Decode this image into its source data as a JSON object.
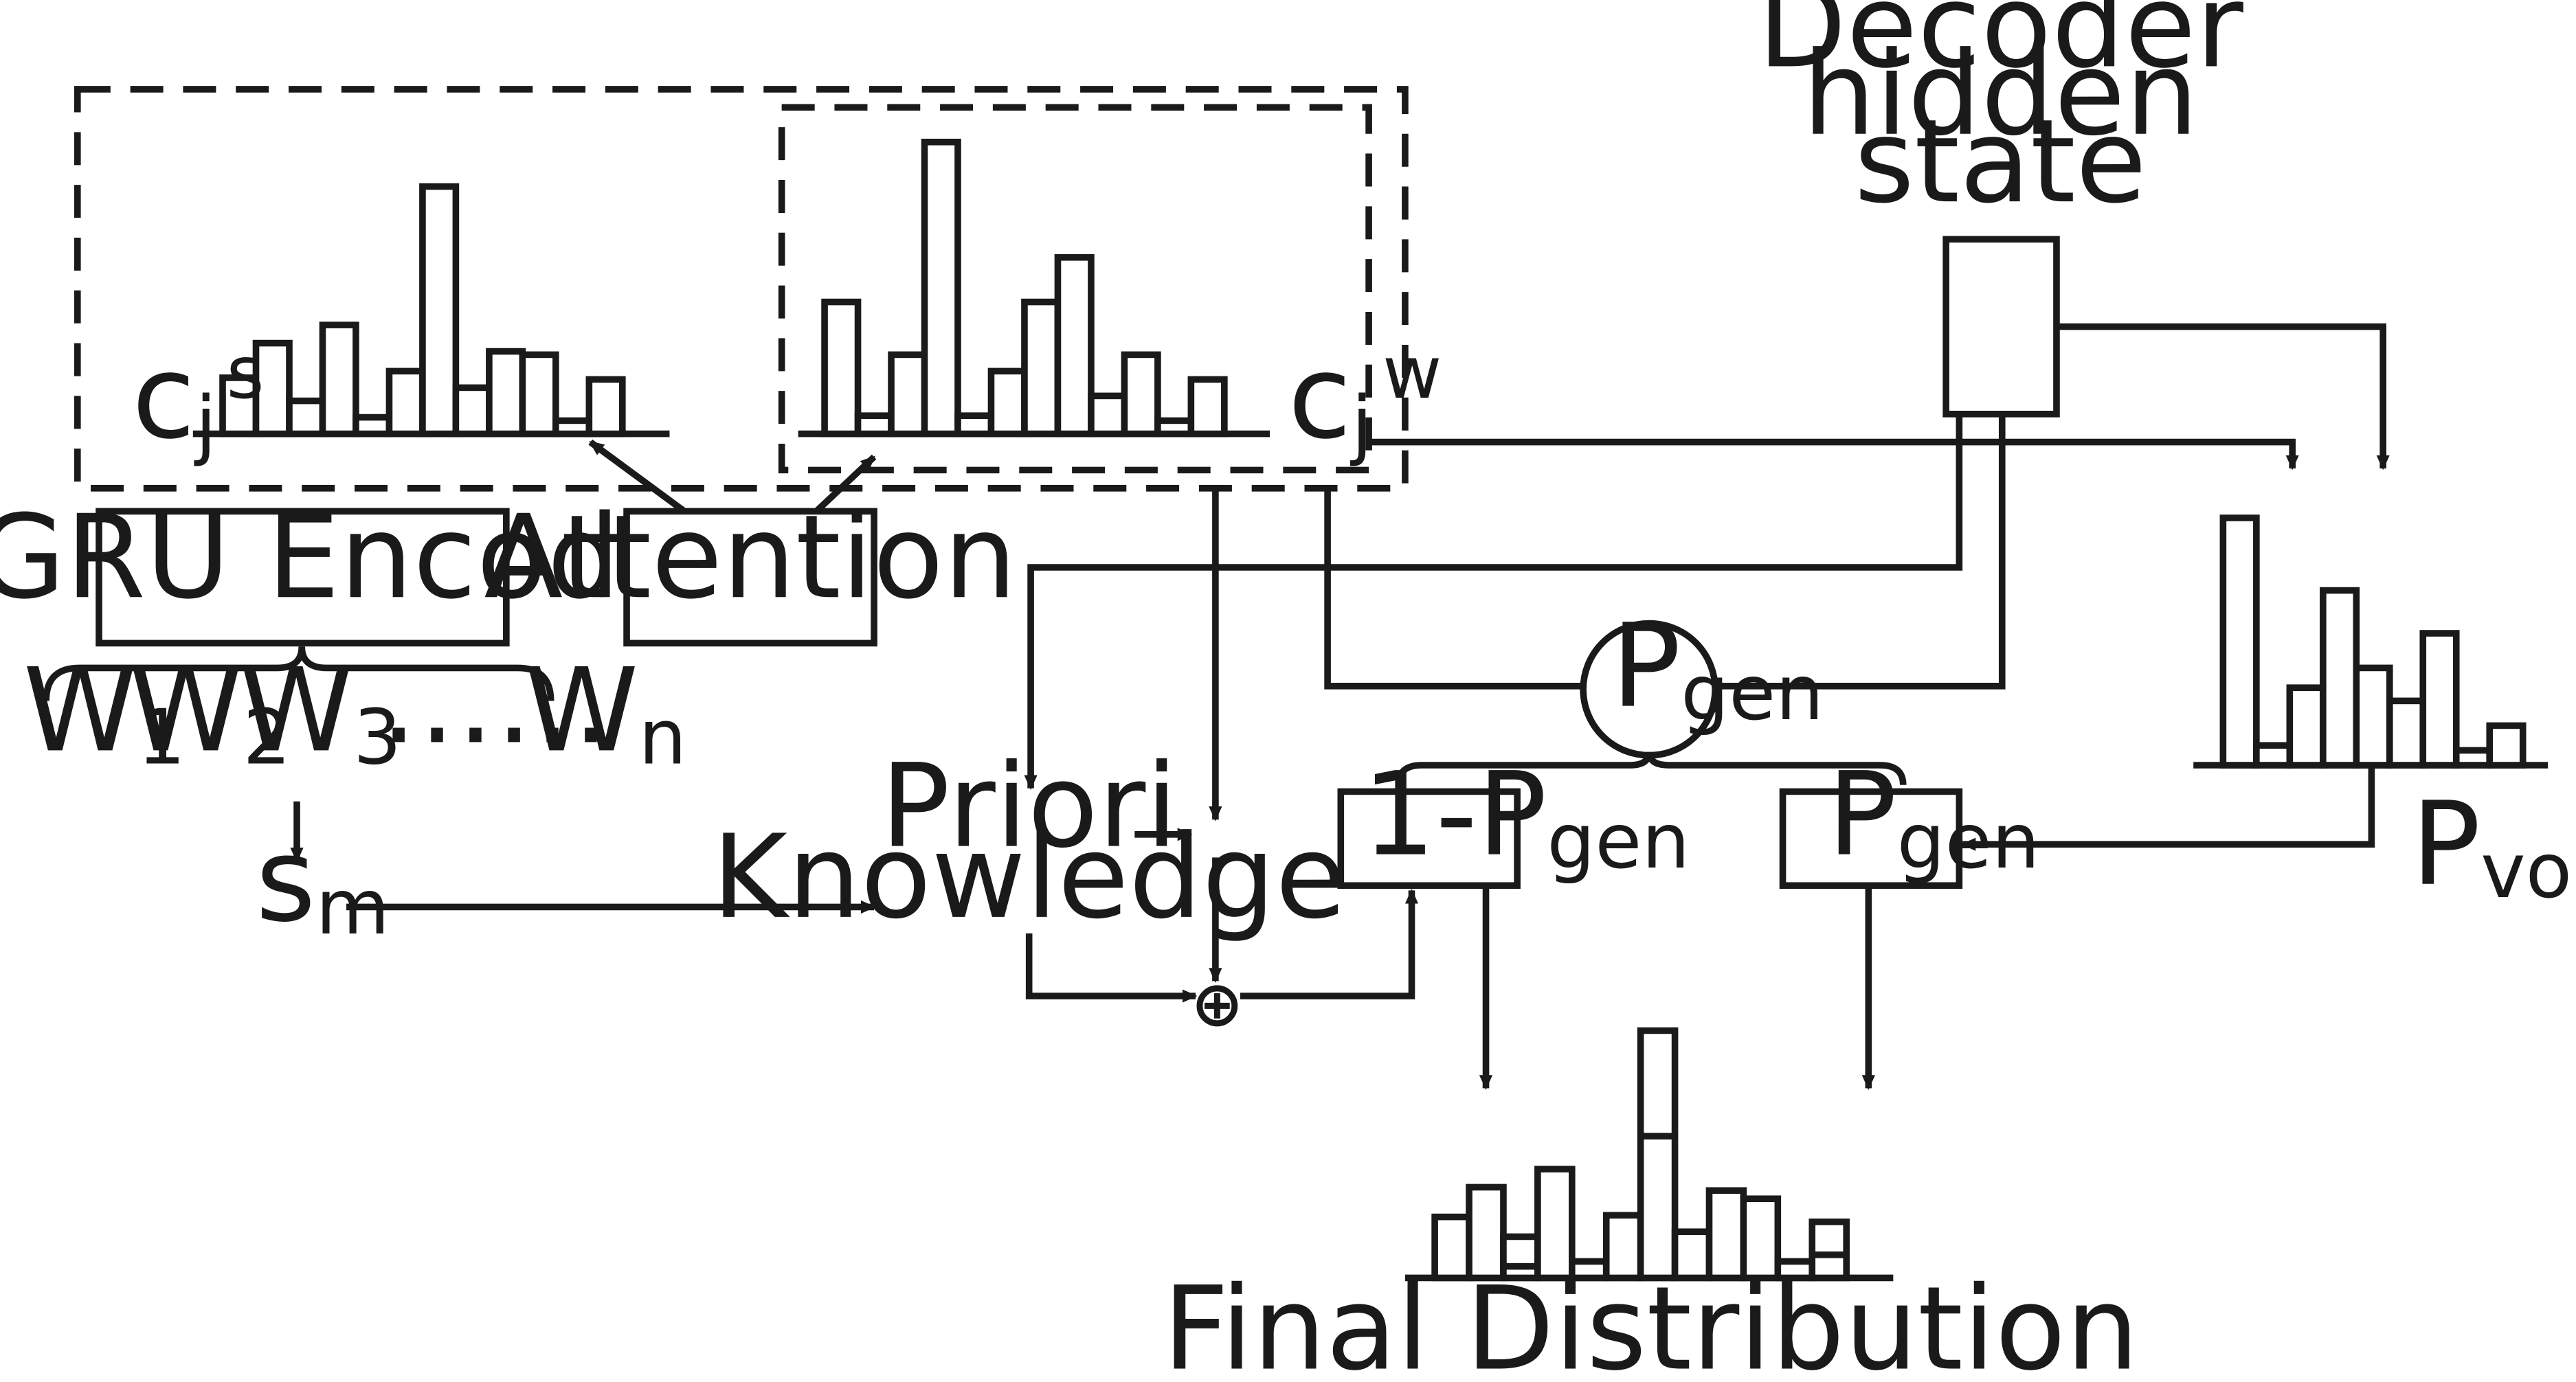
{
  "labels": {
    "decoder_line1": "Decoder",
    "decoder_line2": "hidden",
    "decoder_line3": "state",
    "bigru_encoder": "BiGRU Encoder",
    "attention": "Attention",
    "c_base": "c",
    "c_sub": "j",
    "cs_sup": "s",
    "cw_sup": "w",
    "w_base": "W",
    "w1_sub": "1",
    "w2_sub": "2",
    "w3_sub": "3",
    "wn_sub": "n",
    "ellipsis": "……",
    "s_base": "s",
    "s_sub": "m",
    "priori_line1": "Priori",
    "priori_line2": "Knowledge",
    "p_base": "P",
    "gen_sub": "gen",
    "one_minus_p": "1-P",
    "vocab_sub": "vocab",
    "final_distribution": "Final Distribution",
    "oplus": "⊕"
  },
  "histograms": {
    "sentence_attention": {
      "bars": [
        34,
        55,
        20,
        66,
        10,
        38,
        150,
        28,
        50,
        48,
        8,
        33
      ]
    },
    "word_attention": {
      "bars": [
        80,
        11,
        48,
        177,
        11,
        38,
        80,
        107,
        23,
        48,
        8,
        33
      ]
    },
    "vocab": {
      "bars": [
        150,
        12,
        47,
        106,
        59,
        39,
        80,
        9,
        24
      ]
    },
    "final": {
      "bars": [
        37,
        55,
        25,
        66,
        10,
        38,
        150,
        28,
        53,
        48,
        10,
        34
      ],
      "lower": [
        0,
        0,
        7,
        0,
        0,
        0,
        86,
        0,
        0,
        0,
        0,
        14
      ]
    }
  }
}
